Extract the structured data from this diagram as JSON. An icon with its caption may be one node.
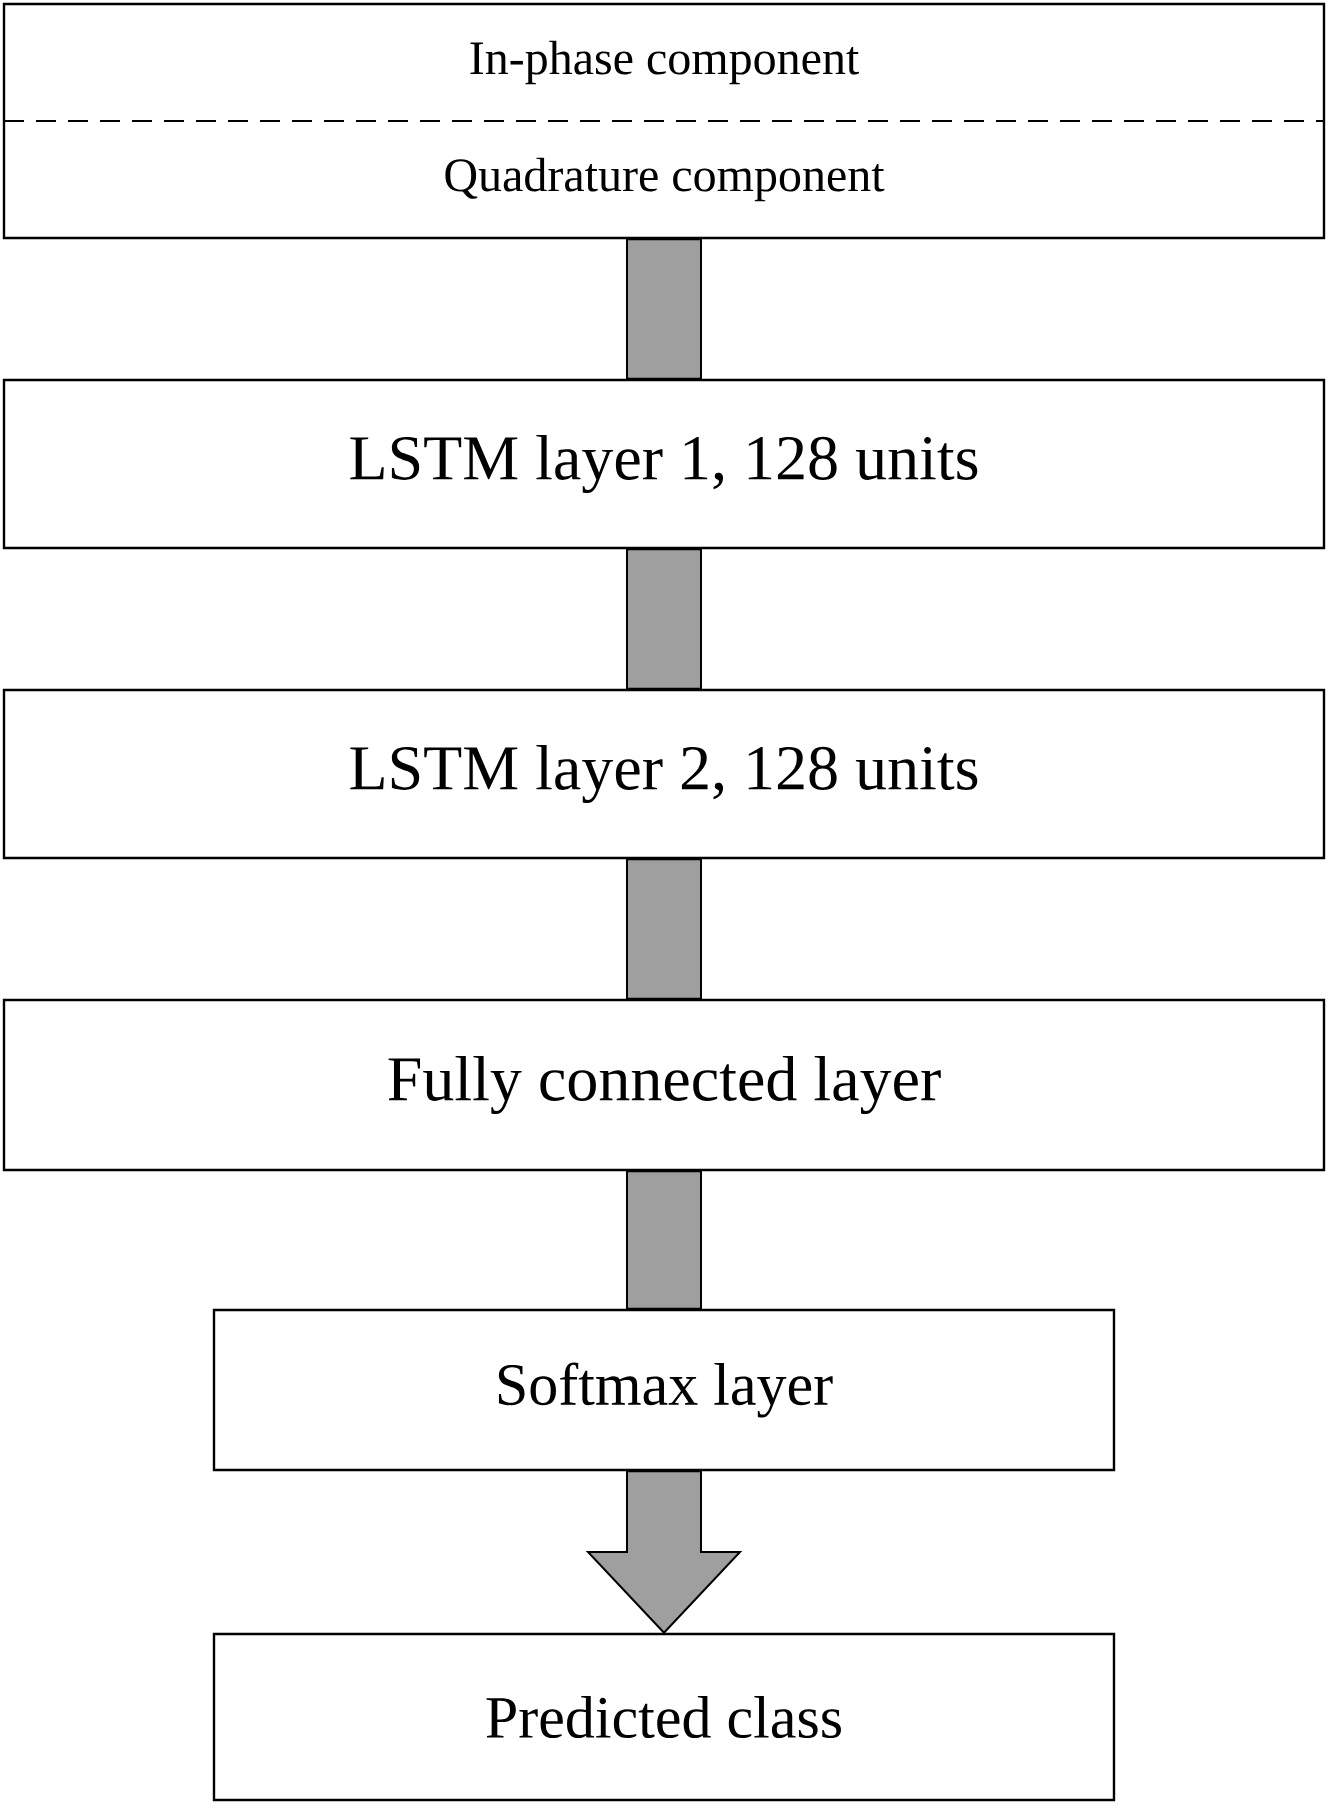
{
  "diagram": {
    "nodes": [
      {
        "text": [
          "In-phase component",
          "Quadrature component"
        ]
      },
      {
        "text": [
          "LSTM layer 1, 128 units"
        ]
      },
      {
        "text": [
          "LSTM layer 2, 128 units"
        ]
      },
      {
        "text": [
          "Fully connected layer"
        ]
      },
      {
        "text": [
          "Softmax layer"
        ]
      },
      {
        "text": [
          "Predicted class"
        ]
      }
    ],
    "edges": [
      {
        "from": 0,
        "to": 1,
        "arrow": "none"
      },
      {
        "from": 1,
        "to": 2,
        "arrow": "none"
      },
      {
        "from": 2,
        "to": 3,
        "arrow": "none"
      },
      {
        "from": 3,
        "to": 4,
        "arrow": "none"
      },
      {
        "from": 4,
        "to": 5,
        "arrow": "to"
      }
    ]
  }
}
